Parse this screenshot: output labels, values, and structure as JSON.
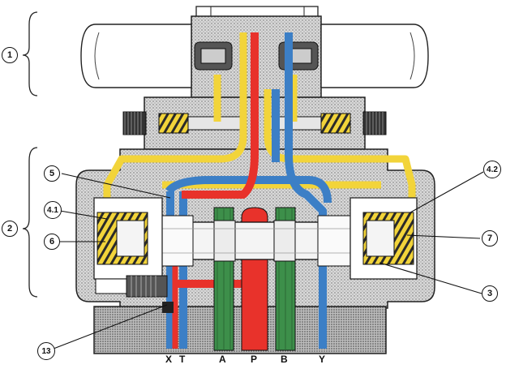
{
  "callouts": {
    "c1": "1",
    "c2": "2",
    "c3": "3",
    "c4_1": "4.1",
    "c4_2": "4.2",
    "c5": "5",
    "c6": "6",
    "c7": "7",
    "c13": "13"
  },
  "ports": {
    "x": "X",
    "t": "T",
    "a": "A",
    "p": "P",
    "b": "B",
    "y": "Y"
  },
  "colors": {
    "pressure": "#e8322b",
    "tank": "#3c7fc6",
    "work": "#3d8f4a",
    "pilot": "#f2d43a",
    "body": "#cfcfcf",
    "outline": "#111111"
  }
}
